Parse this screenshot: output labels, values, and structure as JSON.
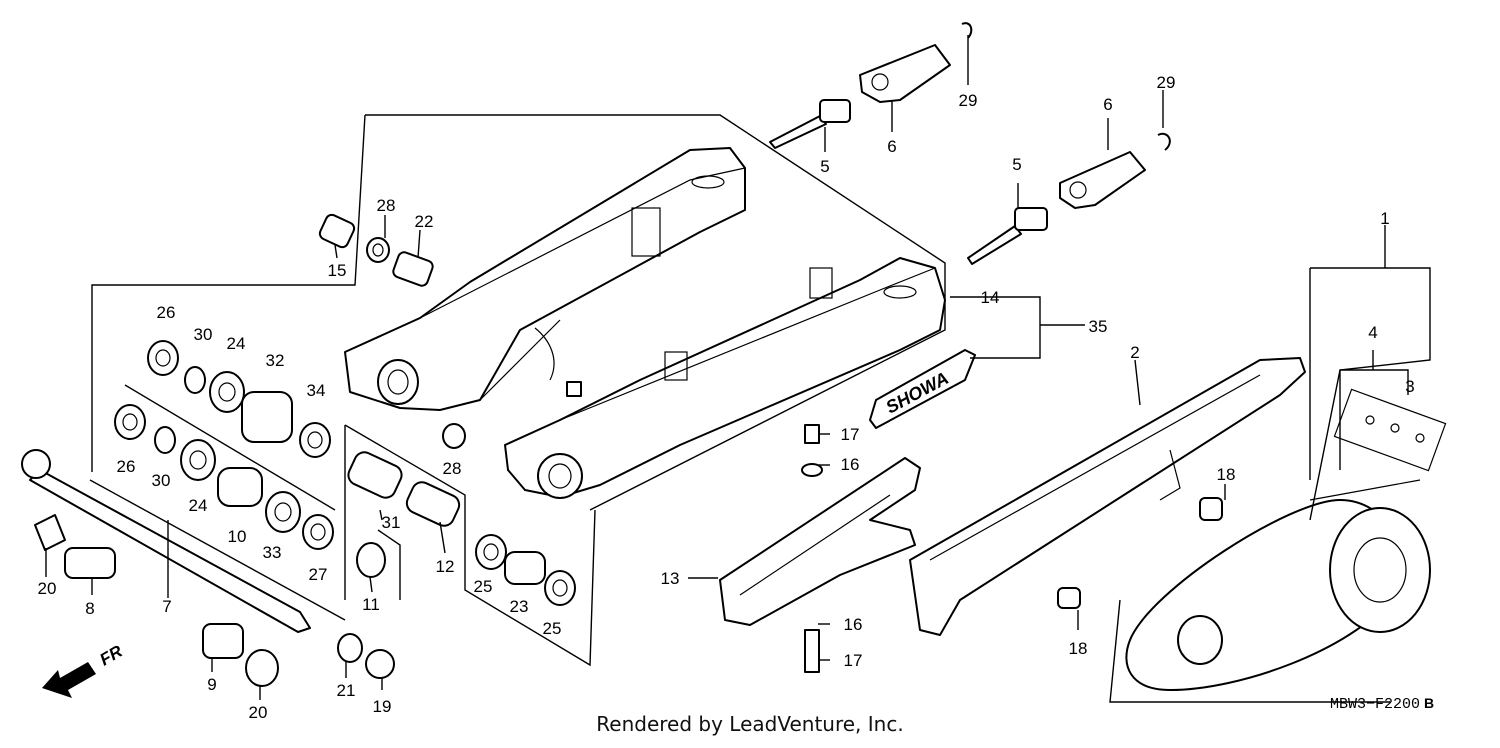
{
  "diagram": {
    "figure_code": "MBW3−F2200",
    "figure_suffix": "B",
    "direction_label": "FR",
    "showa_label": "SHOWA",
    "credit": "Rendered by LeadVenture, Inc.",
    "callouts": [
      {
        "id": "c1",
        "label": "1"
      },
      {
        "id": "c2",
        "label": "2"
      },
      {
        "id": "c3",
        "label": "3"
      },
      {
        "id": "c4",
        "label": "4"
      },
      {
        "id": "c5a",
        "label": "5"
      },
      {
        "id": "c5b",
        "label": "5"
      },
      {
        "id": "c6a",
        "label": "6"
      },
      {
        "id": "c6b",
        "label": "6"
      },
      {
        "id": "c7",
        "label": "7"
      },
      {
        "id": "c8",
        "label": "8"
      },
      {
        "id": "c9",
        "label": "9"
      },
      {
        "id": "c10",
        "label": "10"
      },
      {
        "id": "c11",
        "label": "11"
      },
      {
        "id": "c12",
        "label": "12"
      },
      {
        "id": "c13",
        "label": "13"
      },
      {
        "id": "c14",
        "label": "14"
      },
      {
        "id": "c15",
        "label": "15"
      },
      {
        "id": "c16a",
        "label": "16"
      },
      {
        "id": "c16b",
        "label": "16"
      },
      {
        "id": "c17a",
        "label": "17"
      },
      {
        "id": "c17b",
        "label": "17"
      },
      {
        "id": "c18a",
        "label": "18"
      },
      {
        "id": "c18b",
        "label": "18"
      },
      {
        "id": "c19",
        "label": "19"
      },
      {
        "id": "c20a",
        "label": "20"
      },
      {
        "id": "c20b",
        "label": "20"
      },
      {
        "id": "c21",
        "label": "21"
      },
      {
        "id": "c22",
        "label": "22"
      },
      {
        "id": "c23",
        "label": "23"
      },
      {
        "id": "c24a",
        "label": "24"
      },
      {
        "id": "c24b",
        "label": "24"
      },
      {
        "id": "c25a",
        "label": "25"
      },
      {
        "id": "c25b",
        "label": "25"
      },
      {
        "id": "c26a",
        "label": "26"
      },
      {
        "id": "c26b",
        "label": "26"
      },
      {
        "id": "c27",
        "label": "27"
      },
      {
        "id": "c28a",
        "label": "28"
      },
      {
        "id": "c28b",
        "label": "28"
      },
      {
        "id": "c29a",
        "label": "29"
      },
      {
        "id": "c29b",
        "label": "29"
      },
      {
        "id": "c30a",
        "label": "30"
      },
      {
        "id": "c30b",
        "label": "30"
      },
      {
        "id": "c31",
        "label": "31"
      },
      {
        "id": "c32",
        "label": "32"
      },
      {
        "id": "c33",
        "label": "33"
      },
      {
        "id": "c34",
        "label": "34"
      },
      {
        "id": "c35",
        "label": "35"
      }
    ]
  }
}
